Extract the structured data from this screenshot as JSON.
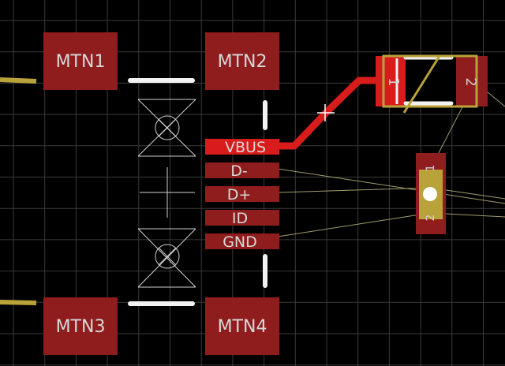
{
  "view": {
    "colors": {
      "background": "#000000",
      "grid": "#3a3a3a",
      "pad": "#8f1d1d",
      "pad_active": "#d81c1c",
      "trace": "#d81c1c",
      "silkscreen": "#f2f2f2",
      "outline": "#d0d0d0",
      "airwire": "#c8c38a",
      "pad_label": "#d8d8d8",
      "component_pad_yellow": "#b9a23a"
    },
    "grid": "on"
  },
  "usb_connector": {
    "mount_pads": [
      {
        "name": "MTN1"
      },
      {
        "name": "MTN2"
      },
      {
        "name": "MTN3"
      },
      {
        "name": "MTN4"
      }
    ],
    "signal_pads": [
      {
        "name": "VBUS",
        "state": "highlighted"
      },
      {
        "name": "D-"
      },
      {
        "name": "D+"
      },
      {
        "name": "ID"
      },
      {
        "name": "GND"
      }
    ]
  },
  "diode": {
    "pins": [
      "1",
      "2"
    ]
  },
  "vertical_part": {
    "pins": [
      "1",
      "2"
    ]
  }
}
